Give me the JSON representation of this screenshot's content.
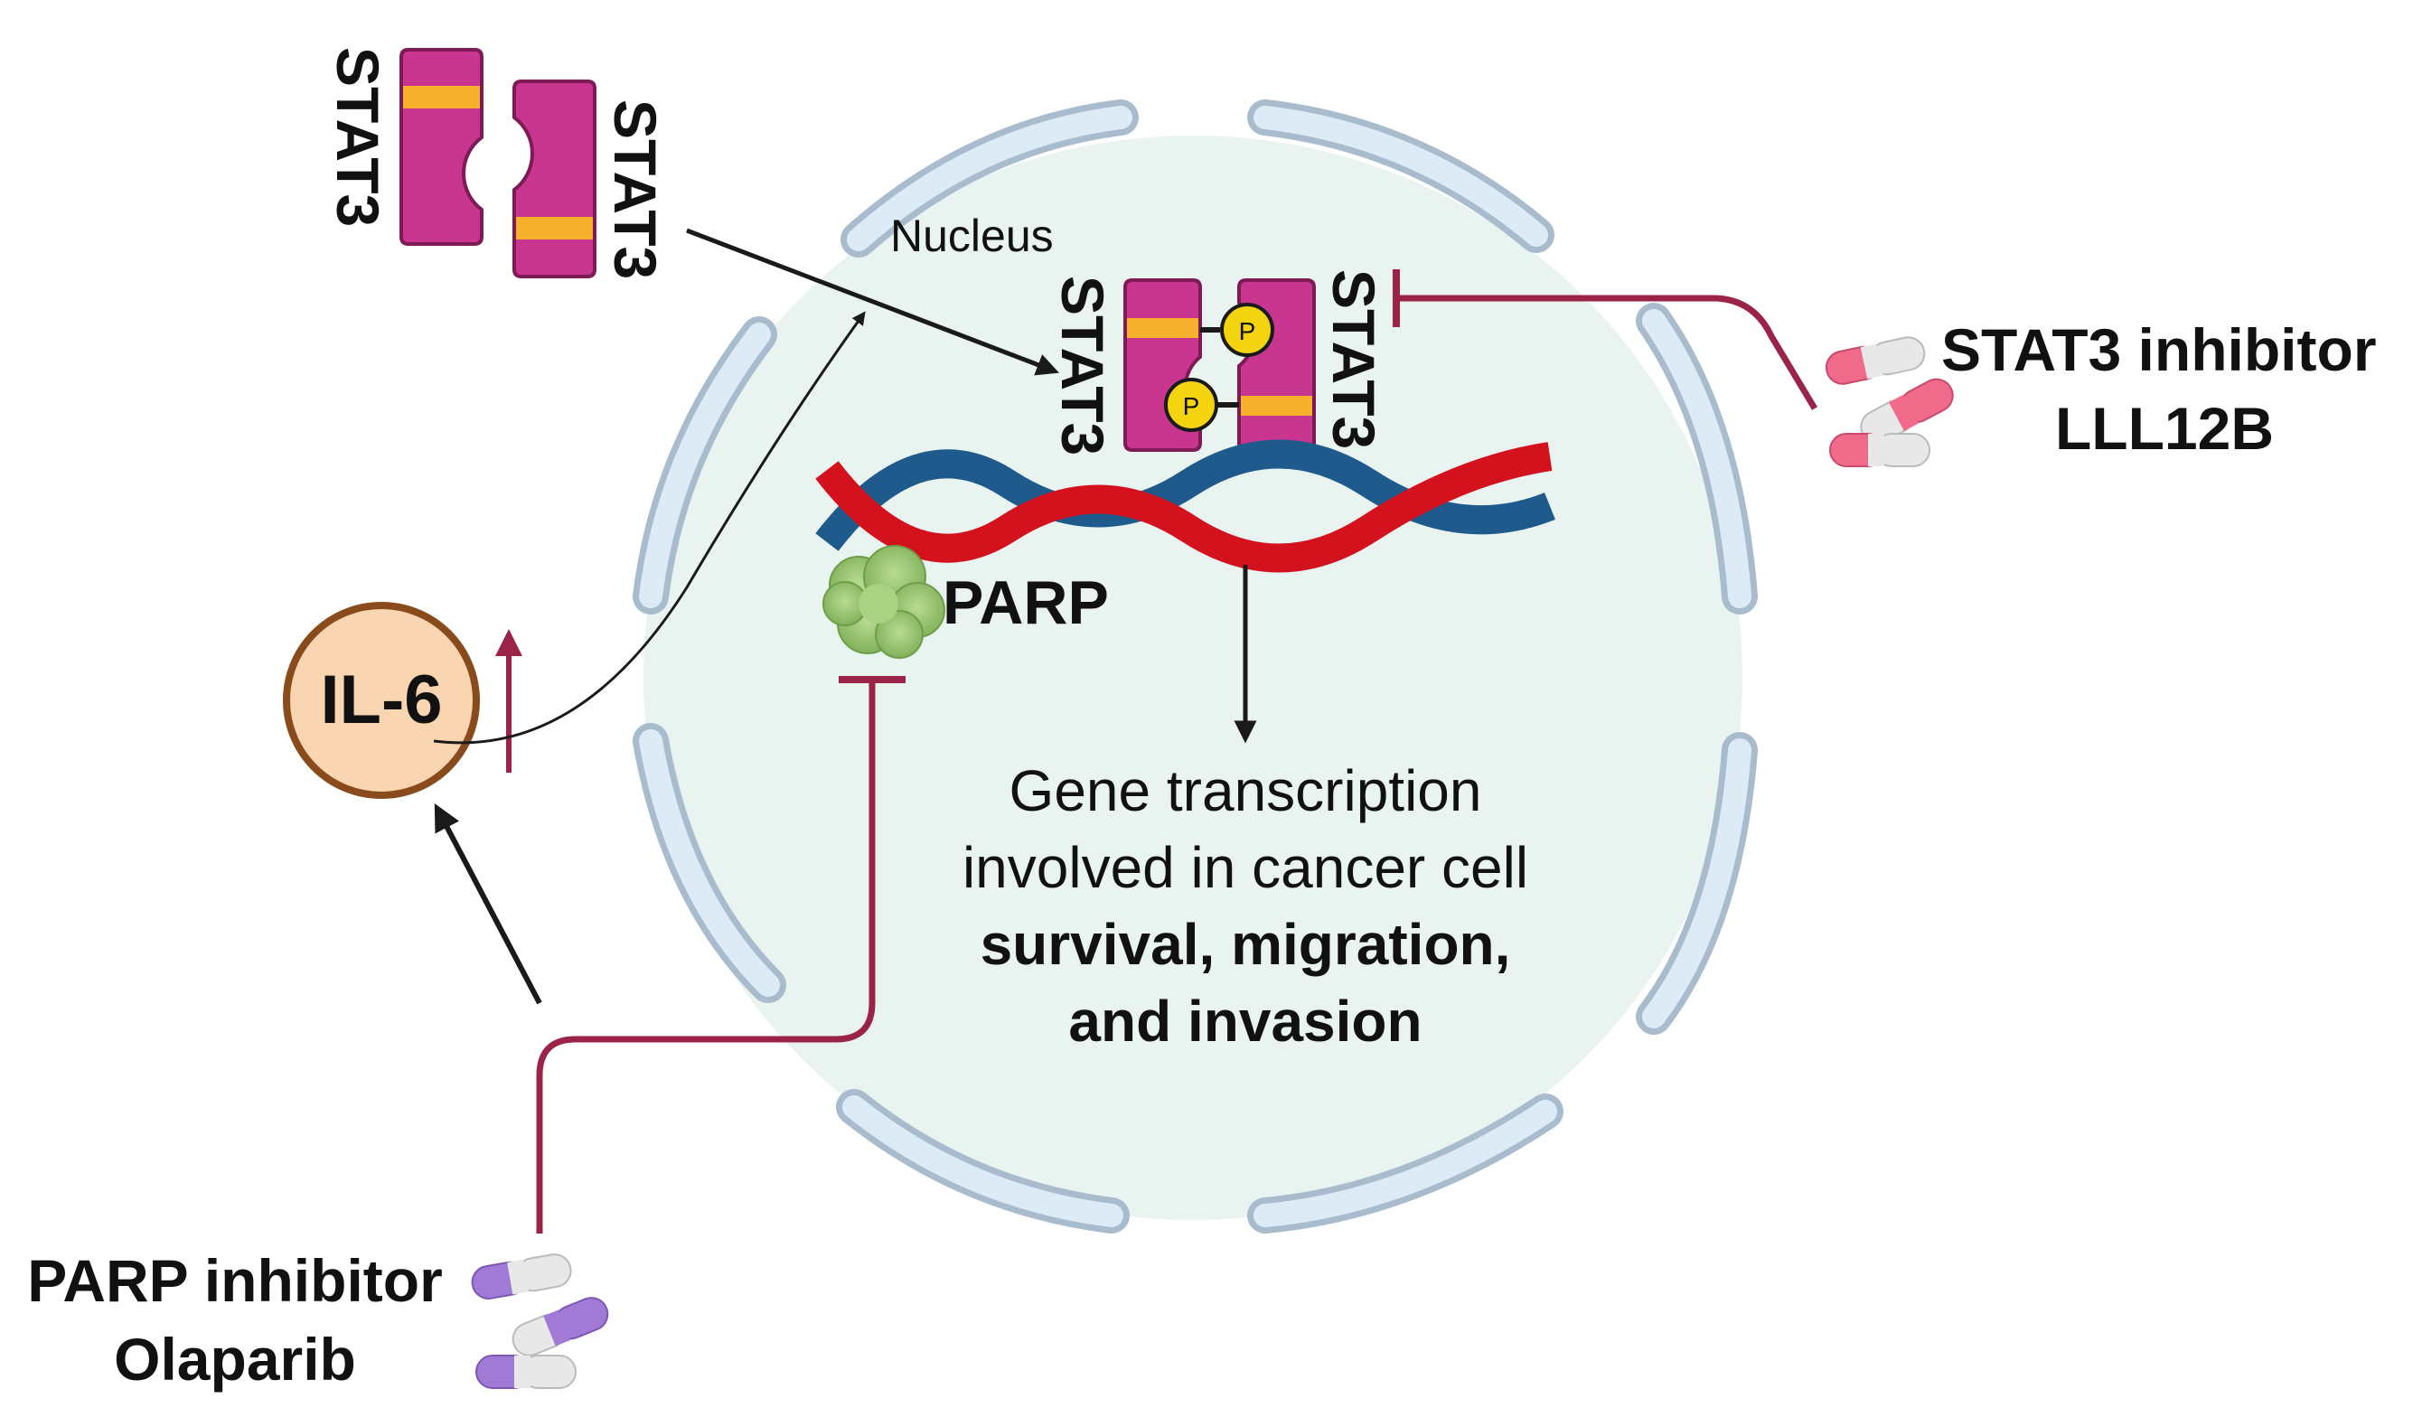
{
  "labels": {
    "nucleus": "Nucleus",
    "stat3": "STAT3",
    "phospho": "P",
    "parp": "PARP",
    "il6": "IL-6",
    "stat3_inhibitor": "STAT3 inhibitor",
    "stat3_inhibitor_drug": "LLL12B",
    "parp_inhibitor": "PARP inhibitor",
    "parp_inhibitor_drug": "Olaparib",
    "outcome_line1": "Gene transcription",
    "outcome_line2": "involved in cancer cell",
    "outcome_line3": "survival, migration,",
    "outcome_line4": "and invasion"
  },
  "colors": {
    "stat3_protein": "#C8368F",
    "stat3_band": "#F6B12D",
    "phosphate": "#F4D40F",
    "nucleus_fill": "#E9F4F1",
    "envelope": "#DCEBF6",
    "envelope_edge": "#A9BCCD",
    "dna_red": "#D4121E",
    "dna_blue": "#1E5A8C",
    "parp": "#8FC167",
    "il6_fill": "#F9D6B1",
    "il6_edge": "#8A4B1C",
    "inhibition": "#9B2348",
    "activation": "#1A1A1A",
    "pill_pink": "#F06A8A",
    "pill_purple": "#A07AD4"
  }
}
